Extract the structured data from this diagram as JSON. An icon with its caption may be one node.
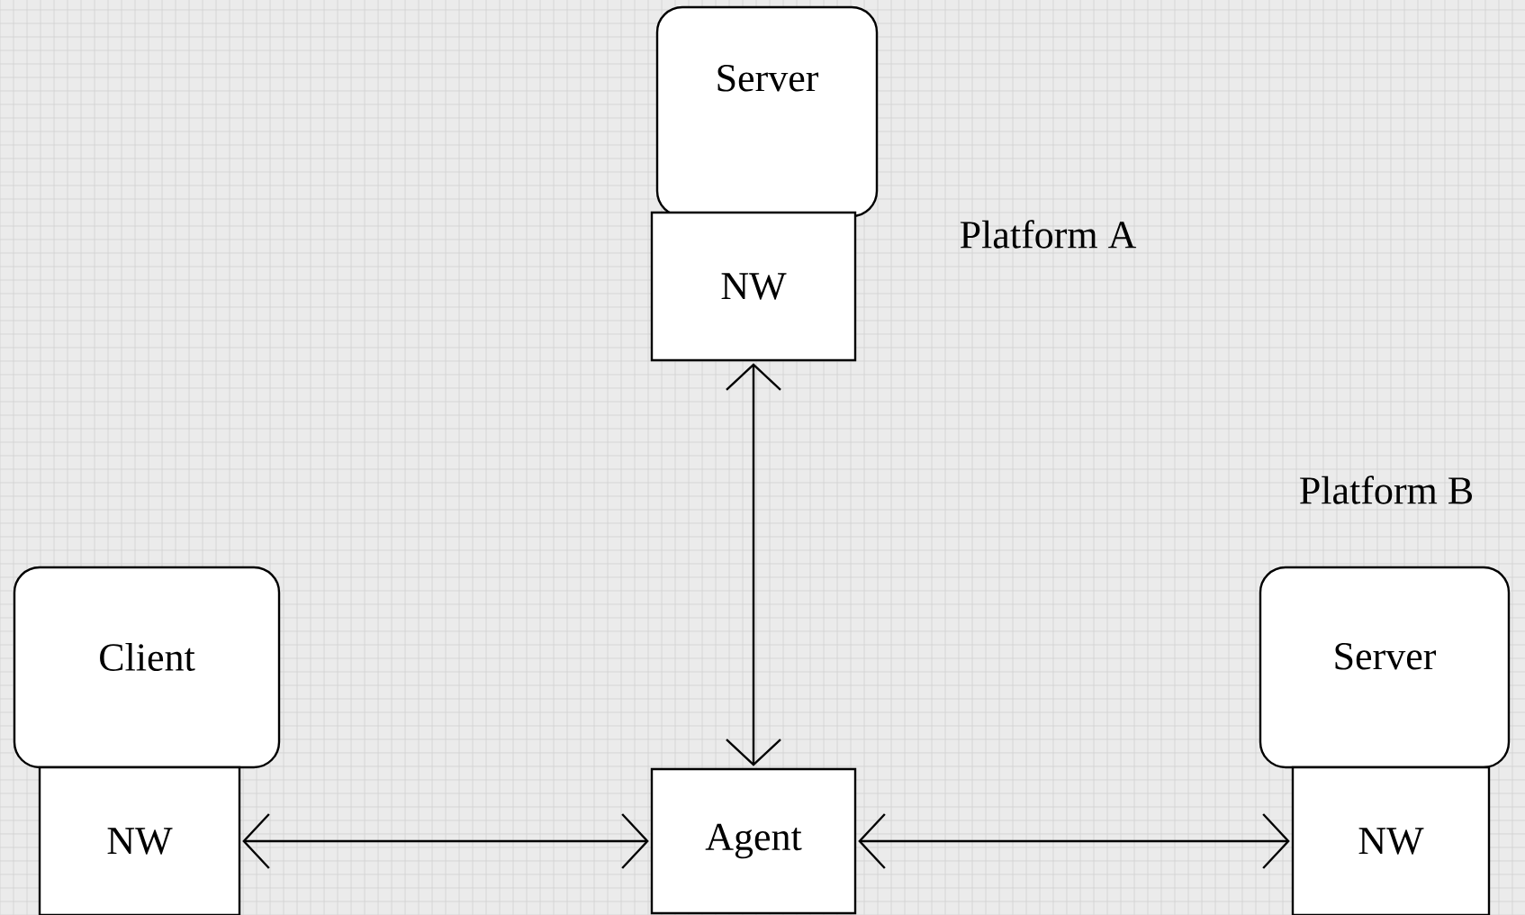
{
  "diagram": {
    "nodes": [
      {
        "text": [
          "Server"
        ]
      },
      {
        "text": [
          "NW"
        ]
      },
      {
        "text": [
          "Client"
        ]
      },
      {
        "text": [
          "NW"
        ]
      },
      {
        "text": [
          "Agent"
        ]
      },
      {
        "text": [
          "Server"
        ]
      },
      {
        "text": [
          "NW"
        ]
      }
    ],
    "edges": [
      {
        "from": 1,
        "to": 4,
        "arrow": "both"
      },
      {
        "from": 3,
        "to": 4,
        "arrow": "both"
      },
      {
        "from": 4,
        "to": 6,
        "arrow": "both"
      }
    ],
    "labels": [
      "Platform A",
      "Platform B"
    ]
  }
}
